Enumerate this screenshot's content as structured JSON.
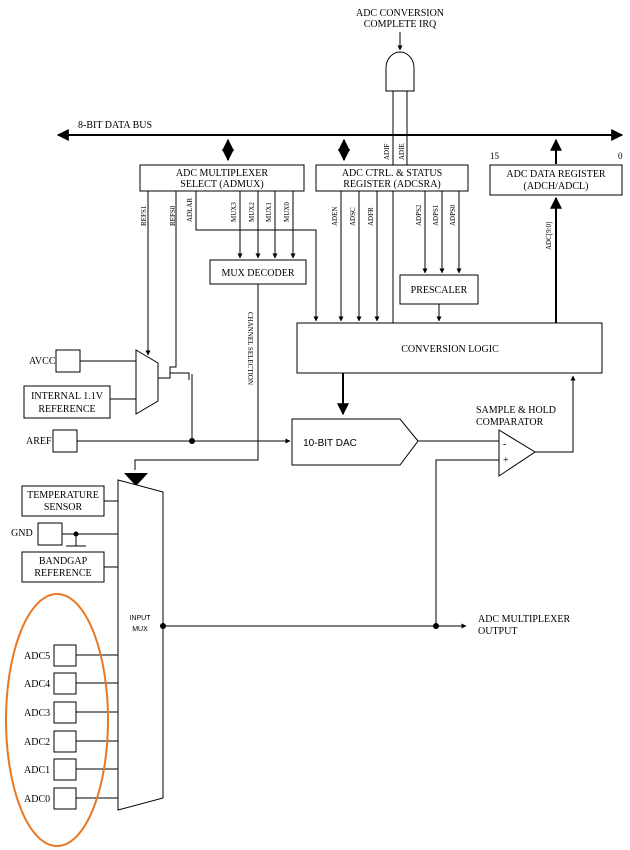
{
  "labels": {
    "irq_line1": "ADC CONVERSION",
    "irq_line2": "COMPLETE IRQ",
    "data_bus": "8-BIT DATA BUS",
    "admux_line1": "ADC MULTIPLEXER",
    "admux_line2": "SELECT (ADMUX)",
    "adcsra_line1": "ADC CTRL. & STATUS",
    "adcsra_line2": "REGISTER (ADCSRA)",
    "adcdr_line1": "ADC DATA REGISTER",
    "adcdr_line2": "(ADCH/ADCL)",
    "bit15": "15",
    "bit0": "0",
    "adif": "ADIF",
    "adie": "ADIE",
    "refs1": "REFS1",
    "refs0": "REFS0",
    "adlar": "ADLAR",
    "mux3": "MUX3",
    "mux2": "MUX2",
    "mux1": "MUX1",
    "mux0": "MUX0",
    "aden": "ADEN",
    "adsc": "ADSC",
    "adfr": "ADFR",
    "adps2": "ADPS2",
    "adps1": "ADPS1",
    "adps0": "ADPS0",
    "adc_bits": "ADC[9:0]",
    "mux_decoder": "MUX DECODER",
    "prescaler": "PRESCALER",
    "conversion_logic": "CONVERSION LOGIC",
    "channel_selection": "CHANNEL SELECTION",
    "avcc": "AVCC",
    "internal_ref_line1": "INTERNAL 1.1V",
    "internal_ref_line2": "REFERENCE",
    "aref": "AREF",
    "dac": "10-BIT DAC",
    "sh_line1": "SAMPLE & HOLD",
    "sh_line2": "COMPARATOR",
    "comp_minus": "-",
    "comp_plus": "+",
    "temp_line1": "TEMPERATURE",
    "temp_line2": "SENSOR",
    "gnd": "GND",
    "bandgap_line1": "BANDGAP",
    "bandgap_line2": "REFERENCE",
    "input_mux_line1": "INPUT",
    "input_mux_line2": "MUX",
    "mux_out_line1": "ADC MULTIPLEXER",
    "mux_out_line2": "OUTPUT",
    "adc_pins": [
      "ADC5",
      "ADC4",
      "ADC3",
      "ADC2",
      "ADC1",
      "ADC0"
    ]
  },
  "colors": {
    "highlight": "#E87722",
    "line": "#000000"
  }
}
